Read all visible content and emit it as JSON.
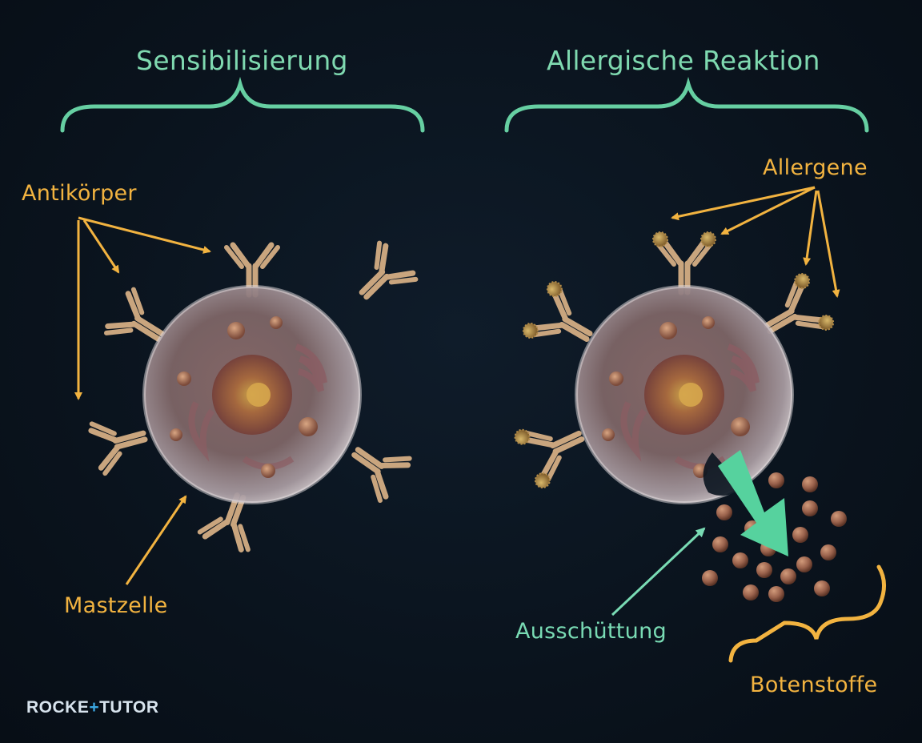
{
  "sections": {
    "left_title": "Sensibilisierung",
    "right_title": "Allergische Reaktion"
  },
  "labels": {
    "antikoerper": "Antikörper",
    "mastzelle": "Mastzelle",
    "allergene": "Allergene",
    "ausschuettung": "Ausschüttung",
    "botenstoffe": "Botenstoffe"
  },
  "logo": {
    "left": "ROCKE",
    "plus": "+",
    "right": "TUTOR"
  },
  "colors": {
    "background": "#0b1520",
    "title": "#7fd9b0",
    "label_orange": "#f2b340",
    "label_teal": "#79dbb4",
    "antibody": "#c9a57e",
    "cell_membrane": "#c9bfc0",
    "mediator": "#a5715a"
  }
}
